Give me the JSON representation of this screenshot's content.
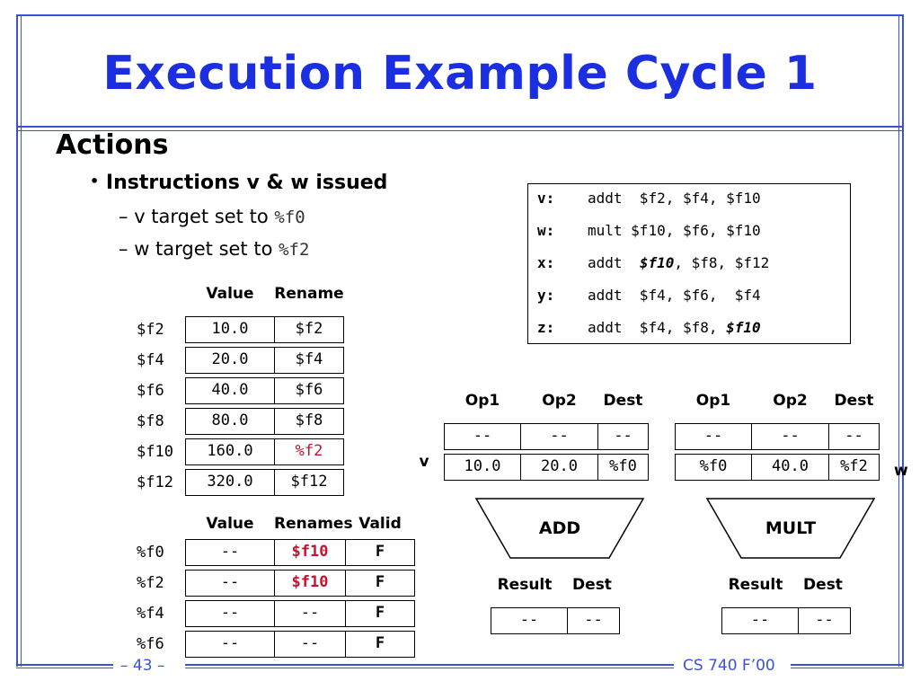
{
  "title": "Execution Example Cycle 1",
  "heading": "Actions",
  "bullet": "Instructions v & w issued",
  "subs": [
    {
      "text": "v target set to ",
      "code": "%f0"
    },
    {
      "text": "w target set to ",
      "code": "%f2"
    }
  ],
  "instructions": [
    {
      "label": "v:",
      "op": "addt",
      "args": [
        {
          "t": " $f2, $f4, $f10",
          "it": false
        }
      ]
    },
    {
      "label": "w:",
      "op": "mult",
      "args": [
        {
          "t": "$f10, $f6, $f10",
          "it": false
        }
      ]
    },
    {
      "label": "x:",
      "op": "addt",
      "args": [
        {
          "t": " ",
          "it": false
        },
        {
          "t": "$f10",
          "it": true
        },
        {
          "t": ", $f8, $f12",
          "it": false
        }
      ]
    },
    {
      "label": "y:",
      "op": "addt",
      "args": [
        {
          "t": " $f4, $f6,  $f4",
          "it": false
        }
      ]
    },
    {
      "label": "z:",
      "op": "addt",
      "args": [
        {
          "t": " $f4, $f8, ",
          "it": false
        },
        {
          "t": "$f10",
          "it": true
        }
      ]
    }
  ],
  "reg_table": {
    "headers": [
      "Value",
      "Rename"
    ],
    "rows": [
      {
        "reg": "$f2",
        "value": "10.0",
        "rename": "$f2",
        "rename_red": false
      },
      {
        "reg": "$f4",
        "value": "20.0",
        "rename": "$f4",
        "rename_red": false
      },
      {
        "reg": "$f6",
        "value": "40.0",
        "rename": "$f6",
        "rename_red": false
      },
      {
        "reg": "$f8",
        "value": "80.0",
        "rename": "$f8",
        "rename_red": false
      },
      {
        "reg": "$f10",
        "value": "160.0",
        "rename": "%f2",
        "rename_red": true
      },
      {
        "reg": "$f12",
        "value": "320.0",
        "rename": "$f12",
        "rename_red": false
      }
    ]
  },
  "rename_table": {
    "headers": [
      "Value",
      "Renames",
      "Valid"
    ],
    "rows": [
      {
        "reg": "%f0",
        "value": "--",
        "renames": "$f10",
        "red": true,
        "valid": "F"
      },
      {
        "reg": "%f2",
        "value": "--",
        "renames": "$f10",
        "red": true,
        "valid": "F"
      },
      {
        "reg": "%f4",
        "value": "--",
        "renames": "--",
        "red": false,
        "valid": "F"
      },
      {
        "reg": "%f6",
        "value": "--",
        "renames": "--",
        "red": false,
        "valid": "F"
      }
    ]
  },
  "add_unit": {
    "headers": [
      "Op1",
      "Op2",
      "Dest"
    ],
    "row1": [
      "--",
      "--",
      "--"
    ],
    "row2": [
      "10.0",
      "20.0",
      "%f0"
    ],
    "side_label": "v",
    "name": "ADD",
    "result_headers": [
      "Result",
      "Dest"
    ],
    "result": [
      "--",
      "--"
    ]
  },
  "mult_unit": {
    "headers": [
      "Op1",
      "Op2",
      "Dest"
    ],
    "row1": [
      "--",
      "--",
      "--"
    ],
    "row2": [
      "%f0",
      "40.0",
      "%f2"
    ],
    "side_label": "w",
    "name": "MULT",
    "result_headers": [
      "Result",
      "Dest"
    ],
    "result": [
      "--",
      "--"
    ]
  },
  "footer": {
    "page": "– 43 –",
    "course": "CS 740 F’00"
  },
  "colors": {
    "frame": "#3a53d6",
    "title": "#1b2fe0",
    "highlight": "#c8102e"
  }
}
